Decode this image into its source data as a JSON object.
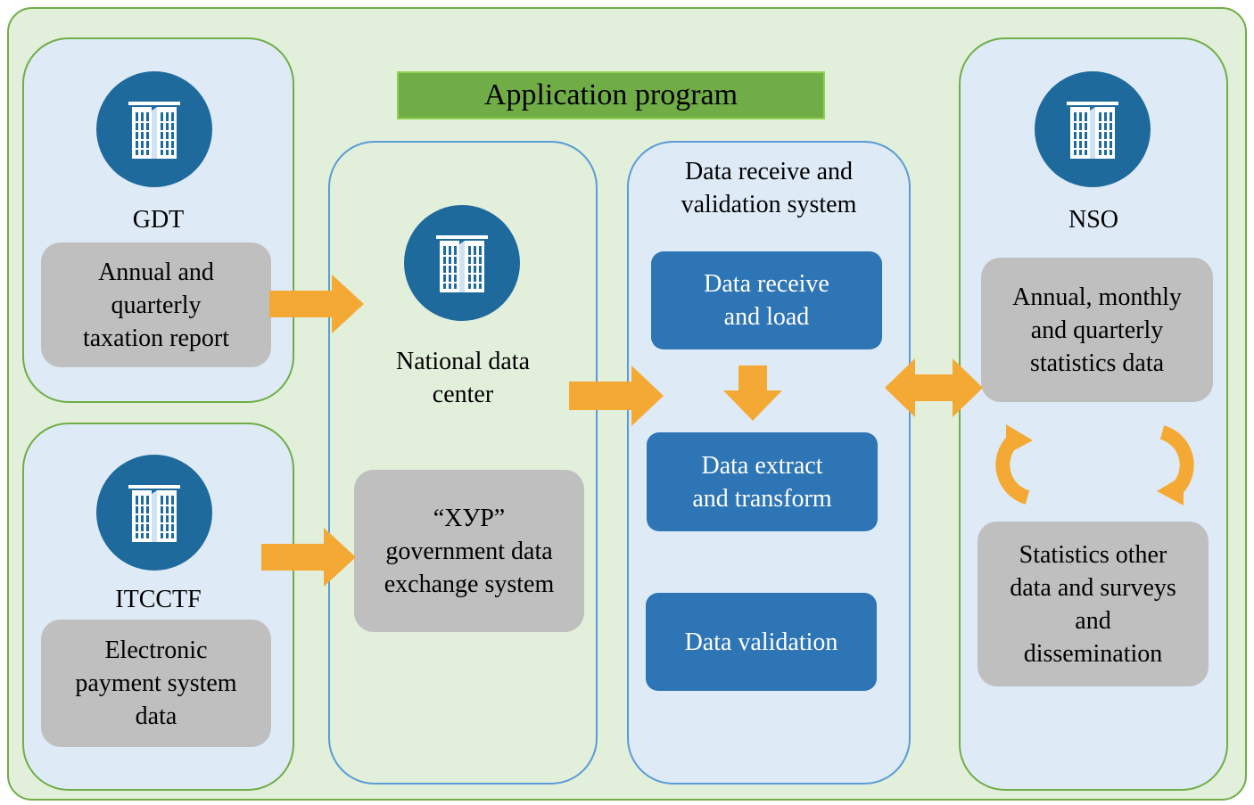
{
  "title": "Application program",
  "sources": {
    "gdt": {
      "name": "GDT",
      "report": "Annual and\nquarterly\ntaxation report"
    },
    "itcctf": {
      "name": "ITCCTF",
      "report": "Electronic\npayment system\ndata"
    }
  },
  "data_center": {
    "name": "National data\ncenter",
    "exchange": "“ХУР”\ngovernment data\nexchange system"
  },
  "validation_system": {
    "name": "Data receive and\nvalidation system",
    "steps": [
      "Data receive\nand load",
      "Data extract\nand transform",
      "Data validation"
    ]
  },
  "nso": {
    "name": "NSO",
    "statistics": "Annual, monthly\nand quarterly\nstatistics data",
    "other": "Statistics other\ndata and surveys\nand\ndissemination"
  },
  "colors": {
    "outer_fill": "#e2efda",
    "green_border": "#70ad47",
    "blue_border": "#5b9bd5",
    "panel_blue": "#deebf7",
    "gray_box": "#bfbfbf",
    "step_box": "#2e75b6",
    "arrow": "#f4a934",
    "icon_circle": "#1f6a9c"
  },
  "icons": [
    "building-icon"
  ]
}
